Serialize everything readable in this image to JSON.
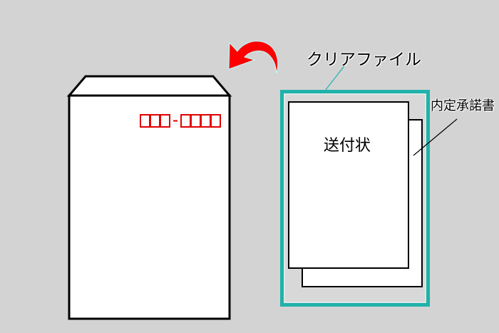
{
  "labels": {
    "clear_file": "クリアファイル",
    "acceptance_letter": "内定承諾書",
    "cover_letter": "送付状"
  },
  "colors": {
    "background": "#d3d3d3",
    "arrow": "#ff0000",
    "clear_file_border": "#20b2aa",
    "postal_code_boxes": "#e00000"
  },
  "icons": {
    "arrow": "curved-arrow-icon"
  }
}
